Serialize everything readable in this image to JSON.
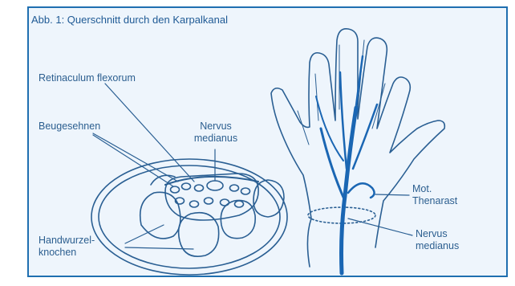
{
  "title": "Abb. 1: Querschnitt durch den Karpalkanal",
  "labels": {
    "retinaculum": "Retinaculum flexorum",
    "beugesehnen": "Beugesehnen",
    "nervus_medianus_top": [
      "Nervus",
      "medianus"
    ],
    "handwurzel": [
      "Handwurzel-",
      "knochen"
    ],
    "thenarast": [
      "Mot.",
      "Thenarast"
    ],
    "nervus_medianus_right": [
      "Nervus",
      "medianus"
    ]
  },
  "colors": {
    "frame_border": "#1f6fb0",
    "background": "#eef5fc",
    "line": "#2a5f93",
    "nerve": "#1a66b3",
    "text": "#2b5e8f"
  }
}
